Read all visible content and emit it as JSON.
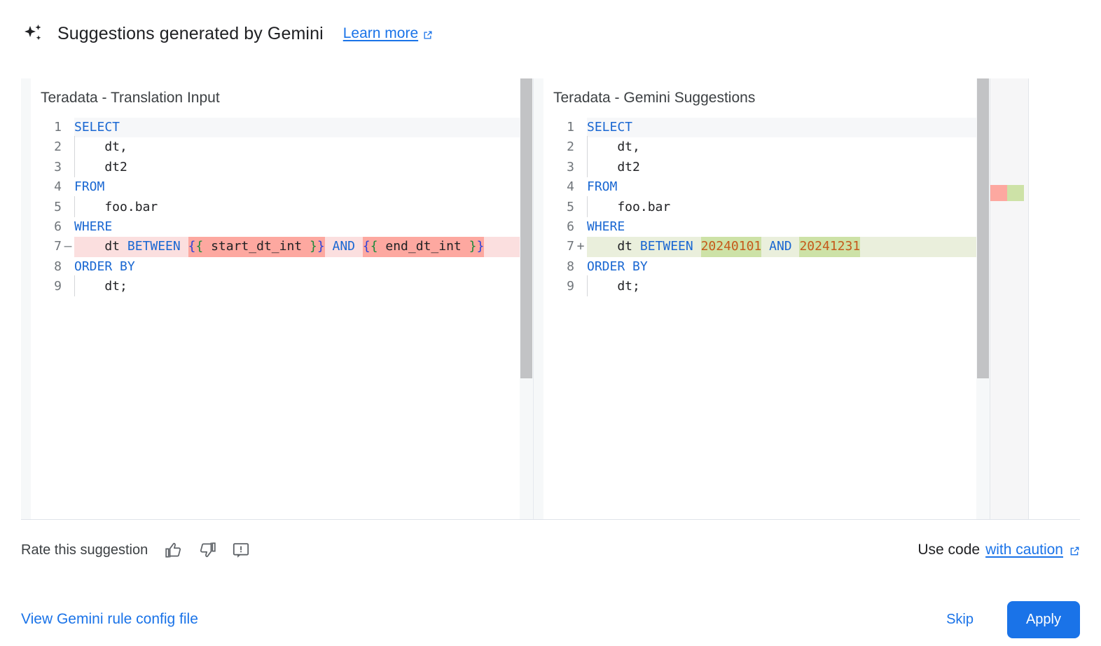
{
  "header": {
    "icon": "sparkle-icon",
    "title": "Suggestions generated by Gemini",
    "learn_more": "Learn more",
    "learn_more_icon": "open-in-new-icon"
  },
  "diff": {
    "left": {
      "title": "Teradata - Translation Input",
      "lines": [
        {
          "num": "1",
          "sign": "",
          "state": "active",
          "tokens": [
            {
              "t": "SELECT",
              "c": "kw"
            }
          ]
        },
        {
          "num": "2",
          "sign": "",
          "state": "",
          "indent": true,
          "tokens": [
            {
              "t": "    dt,",
              "c": "plain"
            }
          ]
        },
        {
          "num": "3",
          "sign": "",
          "state": "",
          "indent": true,
          "tokens": [
            {
              "t": "    dt2",
              "c": "plain"
            }
          ]
        },
        {
          "num": "4",
          "sign": "",
          "state": "",
          "tokens": [
            {
              "t": "FROM",
              "c": "kw"
            }
          ]
        },
        {
          "num": "5",
          "sign": "",
          "state": "",
          "indent": true,
          "tokens": [
            {
              "t": "    foo.bar",
              "c": "plain"
            }
          ]
        },
        {
          "num": "6",
          "sign": "",
          "state": "",
          "tokens": [
            {
              "t": "WHERE",
              "c": "kw"
            }
          ]
        },
        {
          "num": "7",
          "sign": "—",
          "state": "del",
          "tokens": [
            {
              "t": "    dt ",
              "c": "plain"
            },
            {
              "t": "BETWEEN",
              "c": "kw"
            },
            {
              "t": " ",
              "c": "plain"
            },
            {
              "t": "{",
              "c": "brace-b",
              "hl": "del"
            },
            {
              "t": "{",
              "c": "brace-g",
              "hl": "del"
            },
            {
              "t": " start_dt_int ",
              "c": "plain",
              "hl": "del"
            },
            {
              "t": "}",
              "c": "brace-g",
              "hl": "del"
            },
            {
              "t": "}",
              "c": "brace-b",
              "hl": "del"
            },
            {
              "t": " ",
              "c": "plain"
            },
            {
              "t": "AND",
              "c": "kw"
            },
            {
              "t": " ",
              "c": "plain"
            },
            {
              "t": "{",
              "c": "brace-b",
              "hl": "del"
            },
            {
              "t": "{",
              "c": "brace-g",
              "hl": "del"
            },
            {
              "t": " end_dt_int ",
              "c": "plain",
              "hl": "del"
            },
            {
              "t": "}",
              "c": "brace-g",
              "hl": "del"
            },
            {
              "t": "}",
              "c": "brace-b",
              "hl": "del"
            }
          ]
        },
        {
          "num": "8",
          "sign": "",
          "state": "",
          "tokens": [
            {
              "t": "ORDER BY",
              "c": "kw"
            }
          ]
        },
        {
          "num": "9",
          "sign": "",
          "state": "",
          "indent": true,
          "tokens": [
            {
              "t": "    dt;",
              "c": "plain"
            }
          ]
        }
      ]
    },
    "right": {
      "title": "Teradata - Gemini Suggestions",
      "lines": [
        {
          "num": "1",
          "sign": "",
          "state": "active",
          "tokens": [
            {
              "t": "SELECT",
              "c": "kw"
            }
          ]
        },
        {
          "num": "2",
          "sign": "",
          "state": "",
          "indent": true,
          "tokens": [
            {
              "t": "    dt,",
              "c": "plain"
            }
          ]
        },
        {
          "num": "3",
          "sign": "",
          "state": "",
          "indent": true,
          "tokens": [
            {
              "t": "    dt2",
              "c": "plain"
            }
          ]
        },
        {
          "num": "4",
          "sign": "",
          "state": "",
          "tokens": [
            {
              "t": "FROM",
              "c": "kw"
            }
          ]
        },
        {
          "num": "5",
          "sign": "",
          "state": "",
          "indent": true,
          "tokens": [
            {
              "t": "    foo.bar",
              "c": "plain"
            }
          ]
        },
        {
          "num": "6",
          "sign": "",
          "state": "",
          "tokens": [
            {
              "t": "WHERE",
              "c": "kw"
            }
          ]
        },
        {
          "num": "7",
          "sign": "+",
          "state": "add",
          "tokens": [
            {
              "t": "    dt ",
              "c": "plain"
            },
            {
              "t": "BETWEEN",
              "c": "kw"
            },
            {
              "t": " ",
              "c": "plain"
            },
            {
              "t": "20240101",
              "c": "num",
              "hl": "add"
            },
            {
              "t": " ",
              "c": "plain"
            },
            {
              "t": "AND",
              "c": "kw"
            },
            {
              "t": " ",
              "c": "plain"
            },
            {
              "t": "20241231",
              "c": "num",
              "hl": "add"
            }
          ]
        },
        {
          "num": "8",
          "sign": "",
          "state": "",
          "tokens": [
            {
              "t": "ORDER BY",
              "c": "kw"
            }
          ]
        },
        {
          "num": "9",
          "sign": "",
          "state": "",
          "indent": true,
          "tokens": [
            {
              "t": "    dt;",
              "c": "plain"
            }
          ]
        }
      ]
    },
    "overview": {
      "removed_color": "#fda8a0",
      "added_color": "#cde2a7"
    }
  },
  "rate": {
    "label": "Rate this suggestion",
    "thumb_up": "thumb-up-icon",
    "thumb_down": "thumb-down-icon",
    "report": "report-feedback-icon"
  },
  "use_code": {
    "prefix": "Use code",
    "link": "with caution",
    "link_icon": "open-in-new-icon"
  },
  "footer": {
    "config_link": "View Gemini rule config file",
    "skip": "Skip",
    "apply": "Apply"
  },
  "colors": {
    "accent": "#1a73e8",
    "keyword": "#1967d2",
    "number": "#c5591a",
    "diff_removed_bg": "#fbdfdf",
    "diff_removed_hl": "#fda8a0",
    "diff_added_bg": "#eaefdc",
    "diff_added_hl": "#cde2a7"
  }
}
